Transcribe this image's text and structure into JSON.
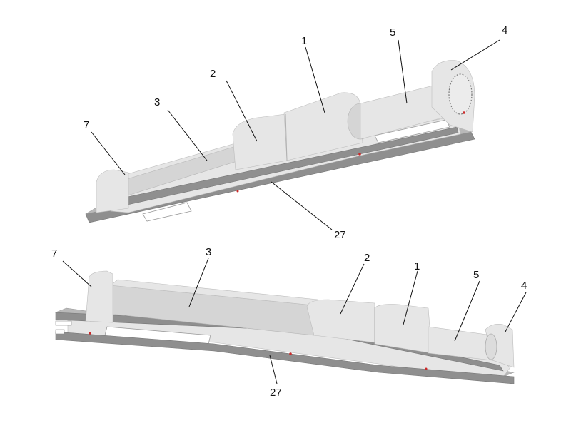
{
  "views": [
    {
      "id": "top",
      "labels": [
        {
          "key": "1",
          "text": "1"
        },
        {
          "key": "2",
          "text": "2"
        },
        {
          "key": "3",
          "text": "3"
        },
        {
          "key": "4",
          "text": "4"
        },
        {
          "key": "5",
          "text": "5"
        },
        {
          "key": "7",
          "text": "7"
        },
        {
          "key": "27",
          "text": "27"
        }
      ]
    },
    {
      "id": "bottom",
      "labels": [
        {
          "key": "1",
          "text": "1"
        },
        {
          "key": "2",
          "text": "2"
        },
        {
          "key": "3",
          "text": "3"
        },
        {
          "key": "4",
          "text": "4"
        },
        {
          "key": "5",
          "text": "5"
        },
        {
          "key": "7",
          "text": "7"
        },
        {
          "key": "27",
          "text": "27"
        }
      ]
    }
  ],
  "colors": {
    "background": "#ffffff",
    "body_light": "#e6e6e6",
    "body_mid": "#d5d5d5",
    "rail_dark": "#8f8f8f",
    "marker_red": "#cc2a2a"
  }
}
